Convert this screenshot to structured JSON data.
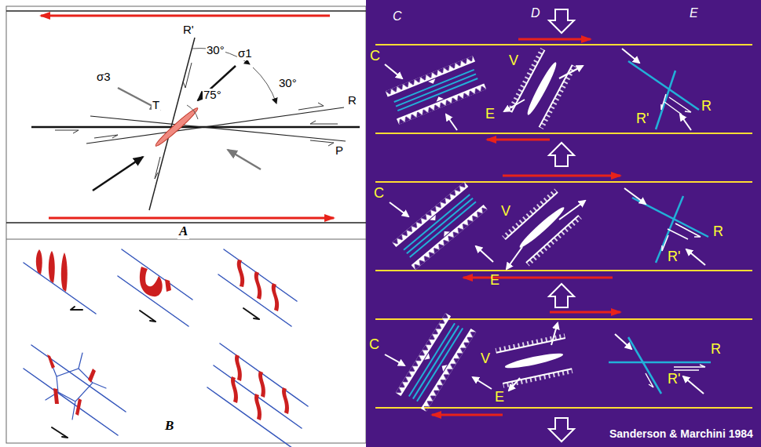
{
  "diagram": {
    "labels": [
      "R'",
      "30°",
      "σ1",
      "30°",
      "σ3",
      "T",
      "75°",
      "R",
      "P",
      "A",
      "B",
      "C",
      "D",
      "E",
      "C",
      "V",
      "E",
      "R'",
      "R",
      "C",
      "V",
      "E",
      "R",
      "R'",
      "C",
      "V",
      "E",
      "R",
      "R'",
      "Sanderson & Marchini 1984"
    ]
  }
}
